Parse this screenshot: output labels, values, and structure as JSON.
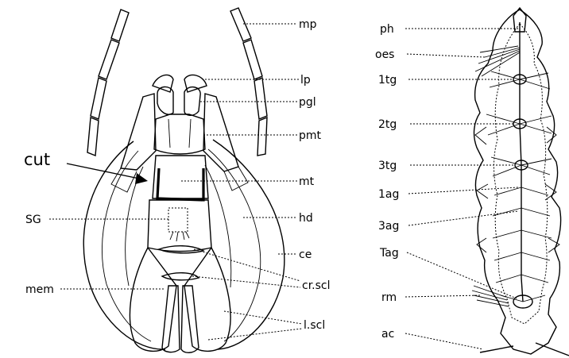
{
  "left_labels": {
    "mp": "mp",
    "lp": "lp",
    "pgl": "pgl",
    "pmt": "pmt",
    "mt": "mt",
    "hd": "hd",
    "ce": "ce",
    "cr_scl": "cr.scl",
    "l_scl": "l.scl",
    "cut": "cut",
    "SG": "SG",
    "mem": "mem"
  },
  "right_labels": {
    "ph": "ph",
    "oes": "oes",
    "tg1": "1tg",
    "tg2": "2tg",
    "tg3": "3tg",
    "ag1": "1ag",
    "ag3": "3ag",
    "Tag": "Tag",
    "rm": "rm",
    "ac": "ac"
  }
}
